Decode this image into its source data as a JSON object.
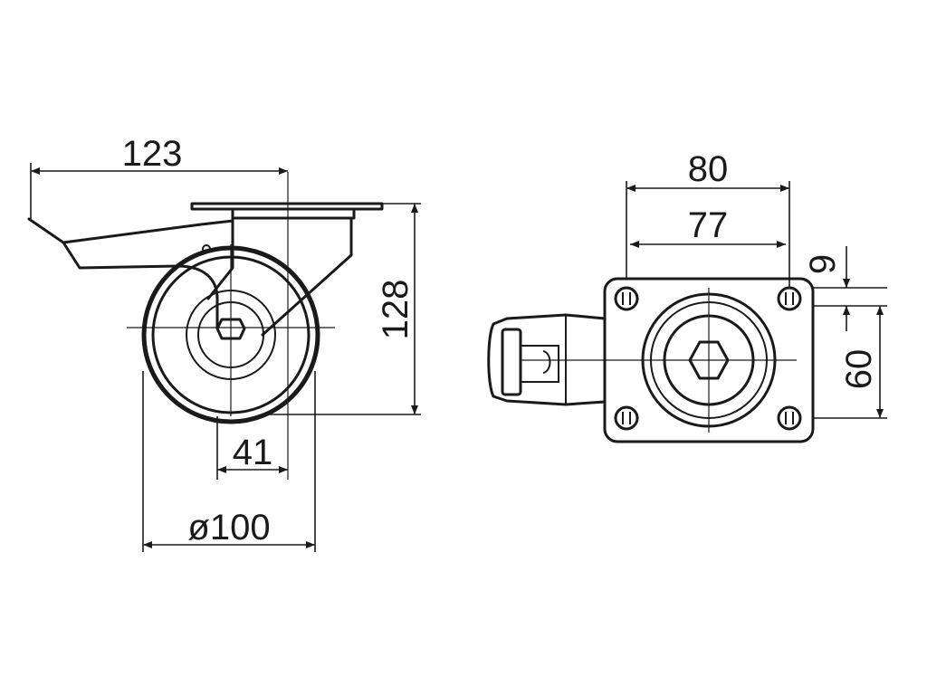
{
  "diagram": {
    "dimensions": {
      "overall_length": "123",
      "overall_height": "128",
      "offset": "41",
      "wheel_diameter": "ø100",
      "plate_width": "80",
      "hole_spacing_width": "77",
      "hole_edge_distance": "9",
      "hole_spacing_depth": "60"
    },
    "colors": {
      "line": "#1a1a1a",
      "background": "#ffffff"
    }
  }
}
